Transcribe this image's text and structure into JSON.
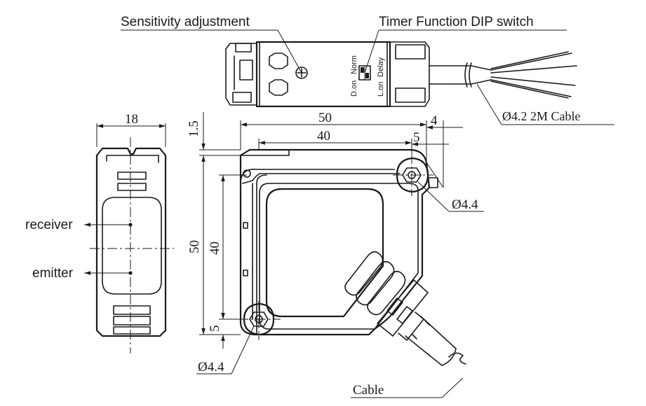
{
  "labels": {
    "sensitivity": "Sensitivity adjustment",
    "timer": "Timer Function DIP switch",
    "cable_spec": "Ø4.2 2M Cable",
    "receiver": "receiver",
    "emitter": "emitter",
    "hole_top": "Ø4.4",
    "hole_bottom": "Ø4.4",
    "cable": "Cable"
  },
  "switch_labels": {
    "d_on": "D.on",
    "norm": "Norm",
    "l_on": "L.on",
    "delay": "Delay"
  },
  "dimensions": {
    "side_width": "18",
    "body_width": "50",
    "hole_spacing_h": "40",
    "offset_top": "1.5",
    "right_offset": "4",
    "right_inset": "5",
    "body_height": "50",
    "hole_spacing_v": "40",
    "bottom_offset": "5"
  }
}
